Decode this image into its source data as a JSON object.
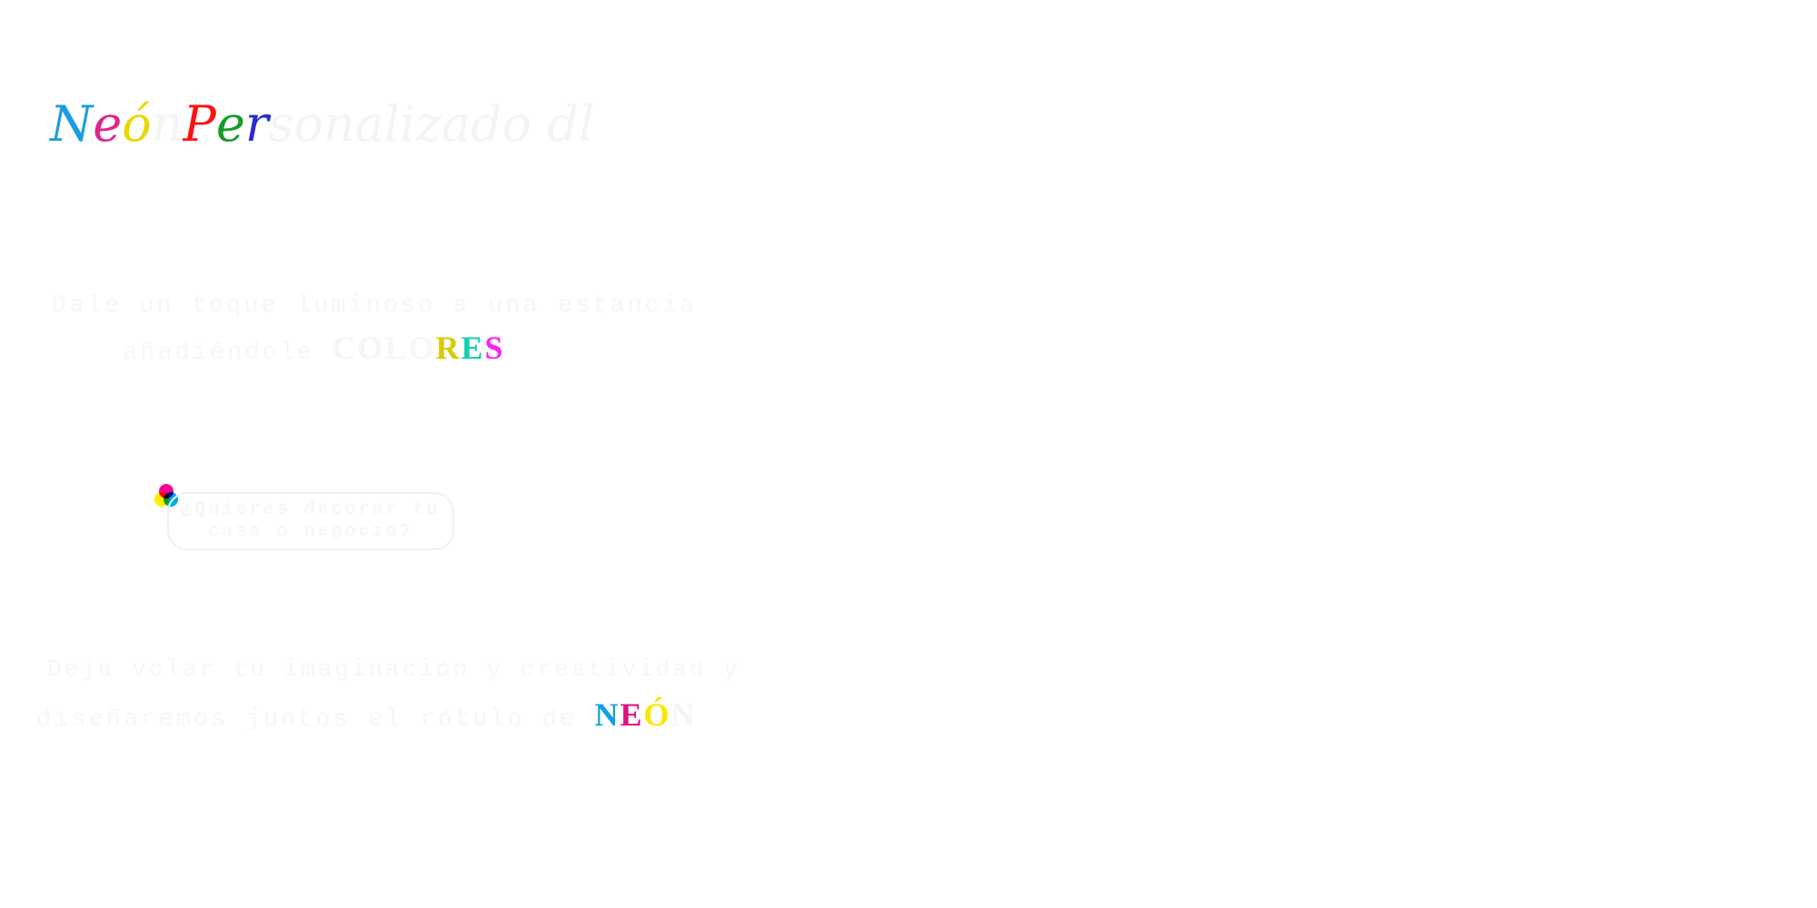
{
  "logo": {
    "letters": [
      "N",
      "e",
      "ó",
      "n",
      " ",
      "P",
      "e",
      "r",
      "sonalizado dl"
    ],
    "colors": [
      "#1a9ee0",
      "#e0248c",
      "#e8d80a",
      "#f4f4f4",
      "#fff",
      "#ff1010",
      "#1a9a2a",
      "#2a2ad0",
      "#f4f4f4"
    ]
  },
  "hero": {
    "line1": "Dale un toque luminoso a una estancia",
    "line2_prefix": "añadiéndole ",
    "highlight_plain": "COLO",
    "highlight": [
      {
        "t": "R",
        "c": "#d8cc00"
      },
      {
        "t": "E",
        "c": "#10d0b0"
      },
      {
        "t": "S",
        "c": "#ff20f0"
      }
    ]
  },
  "cta": {
    "label": "¿Quieres decorar tu casa o negocio?"
  },
  "closing": {
    "line1": "Deja volar tu imaginación y creatividad y",
    "line2_prefix": "diseñaremos juntos el rótulo de ",
    "highlight": [
      {
        "t": "N",
        "c": "#10a0e0"
      },
      {
        "t": "E",
        "c": "#e01080"
      },
      {
        "t": "Ó",
        "c": "#f8e800"
      },
      {
        "t": "N",
        "c": "#f4f4f4"
      }
    ]
  }
}
